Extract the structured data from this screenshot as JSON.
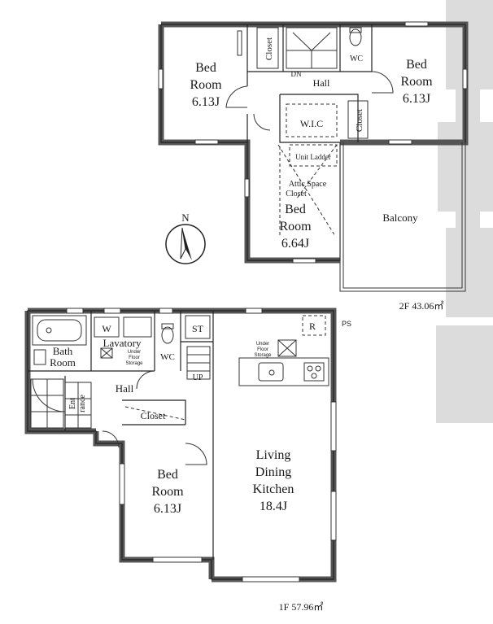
{
  "floor2": {
    "bed_left": {
      "name_l1": "Bed",
      "name_l2": "Room",
      "size": "6.13J"
    },
    "bed_right": {
      "name_l1": "Bed",
      "name_l2": "Room",
      "size": "6.13J"
    },
    "bed_center": {
      "name_l1": "Bed",
      "name_l2": "Room",
      "size": "6.64J"
    },
    "closet_top": "Closet",
    "closet_right": "Closet",
    "wc": "WC",
    "hall": "Hall",
    "dn": "DN",
    "wic": "W.I.C",
    "unit_ladder": "Unit Ladder",
    "attic_l1": "Attic Space",
    "attic_l2": "Closet",
    "balcony": "Balcony",
    "area": "2F 43.06㎡"
  },
  "floor1": {
    "bath_l1": "Bath",
    "bath_l2": "Room",
    "w": "W",
    "lavatory": "Lavatory",
    "under_floor_l1": "Under",
    "under_floor_l2": "Floor",
    "under_floor_l3": "Storage",
    "wc": "WC",
    "st": "ST",
    "up": "UP",
    "r": "R",
    "ps": "PS",
    "hall": "Hall",
    "entrance_l1": "Ent",
    "entrance_l2": "rance",
    "closet": "Closet",
    "bed": {
      "name_l1": "Bed",
      "name_l2": "Room",
      "size": "6.13J"
    },
    "ldk_l1": "Living",
    "ldk_l2": "Dining",
    "ldk_l3": "Kitchen",
    "ldk_size": "18.4J",
    "area": "1F 57.96㎡"
  },
  "compass": {
    "label": "N"
  },
  "colors": {
    "wall": "#555555",
    "watermark": "#d9d9d9",
    "ink": "#1a1a1a"
  }
}
